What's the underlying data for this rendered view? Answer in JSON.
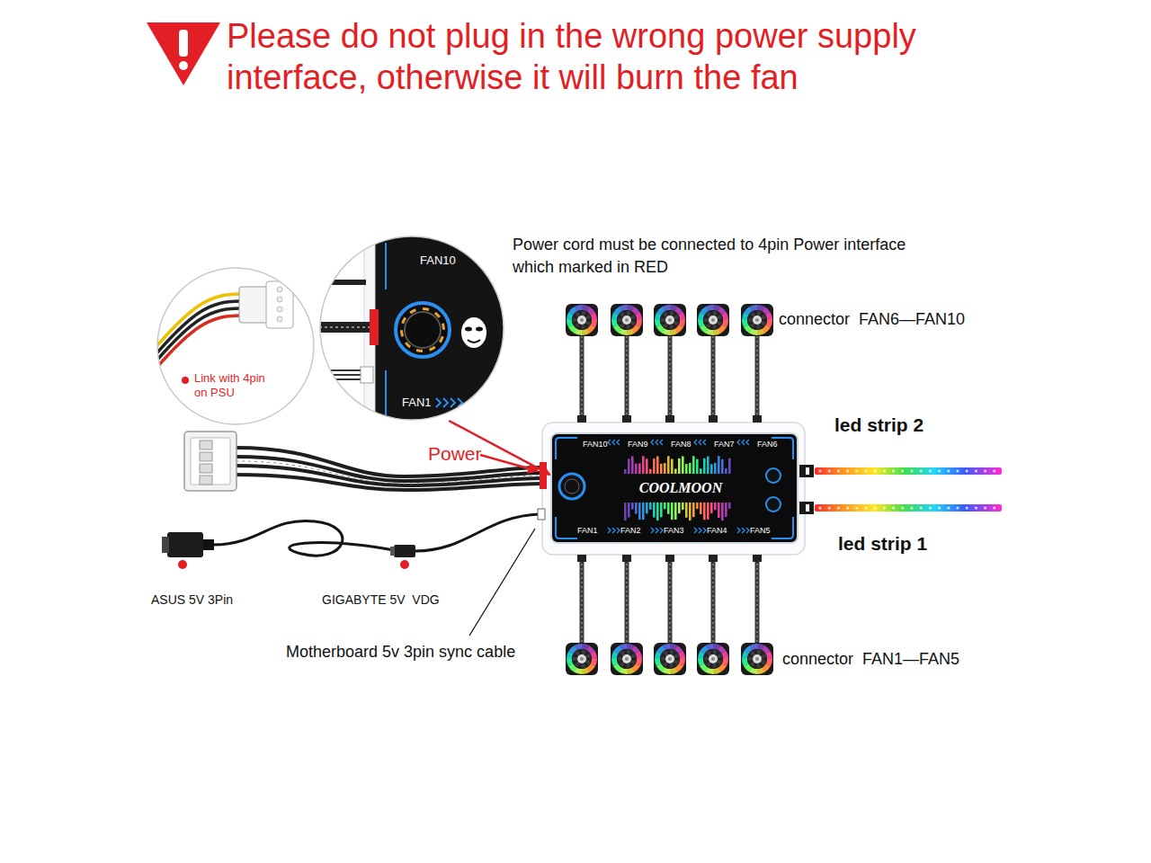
{
  "diagram": {
    "title": "Please do not plug in the wrong power supply interface, otherwise it will burn the fan",
    "nodes": [
      {
        "text": [
          "FAN10",
          "FAN1"
        ]
      },
      {
        "text": [
          "Link with 4pin on PSU"
        ]
      },
      {
        "text": [
          "FAN10",
          "FAN9",
          "FAN8",
          "FAN7",
          "FAN6",
          "COOLMOON",
          "FAN1",
          "FAN2",
          "FAN3",
          "FAN4",
          "FAN5"
        ]
      }
    ],
    "edges": [
      {
        "from": 0,
        "to": 2,
        "arrow": "to"
      }
    ],
    "labels": [
      "Power cord must be connected to 4pin Power interface which marked in RED",
      "connector  FAN6—FAN10",
      "led strip 2",
      "Power",
      "led strip 1",
      "ASUS 5V 3Pin",
      "GIGABYTE 5V  VDG",
      "connector  FAN1—FAN5",
      "Motherboard 5v 3pin sync cable"
    ]
  }
}
